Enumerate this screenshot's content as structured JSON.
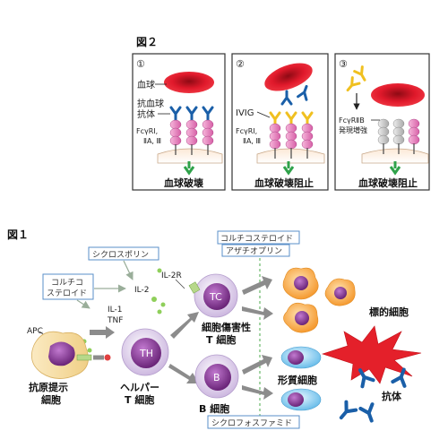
{
  "figure2": {
    "title": "図２",
    "panel1": {
      "number": "①",
      "label_blood_cell": "血球",
      "label_antibody_line1": "抗血球",
      "label_antibody_line2": "抗体",
      "label_receptor_line1": "FcγRⅠ,",
      "label_receptor_line2": "ⅡA, Ⅲ",
      "caption": "血球破壊"
    },
    "panel2": {
      "number": "②",
      "label_ivig": "IVIG",
      "label_receptor_line1": "FcγRⅠ,",
      "label_receptor_line2": "ⅡA, Ⅲ",
      "caption": "血球破壊阻止"
    },
    "panel3": {
      "number": "③",
      "label_receptor_line1": "FcγRⅡB",
      "label_receptor_line2": "発現増強",
      "caption": "血球破壊阻止"
    }
  },
  "figure1": {
    "title": "図１",
    "box_cyclosporin": "シクロスポリン",
    "box_corticosteroid_line1": "コルチコ",
    "box_corticosteroid_line2": "ステロイド",
    "box_corticosteroid_top": "コルチコステロイド",
    "box_azathioprine": "アザチオプリン",
    "box_cyclophosphamide": "シクロフォスファミド",
    "label_il2r": "IL-2R",
    "label_il2": "IL-2",
    "label_il1": "IL-1",
    "label_tnf": "TNF",
    "label_apc": "APC",
    "label_apc_cell_line1": "抗原提示",
    "label_apc_cell_line2": "細胞",
    "label_th_cell": "TH",
    "label_helper_line1": "ヘルパー",
    "label_helper_line2": "T 細胞",
    "label_tc_cell": "TC",
    "label_cytotoxic_line1": "細胞傷害性",
    "label_cytotoxic_line2": "T 細胞",
    "label_b_cell": "B",
    "label_b_cell_name": "B 細胞",
    "label_plasma_cell": "形質細胞",
    "label_target_cell": "標的細胞",
    "label_antibody": "抗体"
  },
  "colors": {
    "frame_border": "#333333",
    "box_border": "#5a8fc8",
    "red_blood_cell": "#e0192b",
    "antibody_blue": "#1a5fa8",
    "antibody_yellow": "#f0c020",
    "receptor_pink": "#e07ab8",
    "receptor_gray": "#bdbdbd",
    "green_arrow": "#2fa24a",
    "cell_purple": "#8a3f96",
    "cell_lavender": "#e2d6ee",
    "apc_tan": "#f2d79a",
    "orange_cell": "#f5a040",
    "plasma_blue": "#8fd2f0",
    "target_red": "#e4202a",
    "gray_arrow": "#8c8c8c",
    "dashed_green": "#4aa84a"
  }
}
